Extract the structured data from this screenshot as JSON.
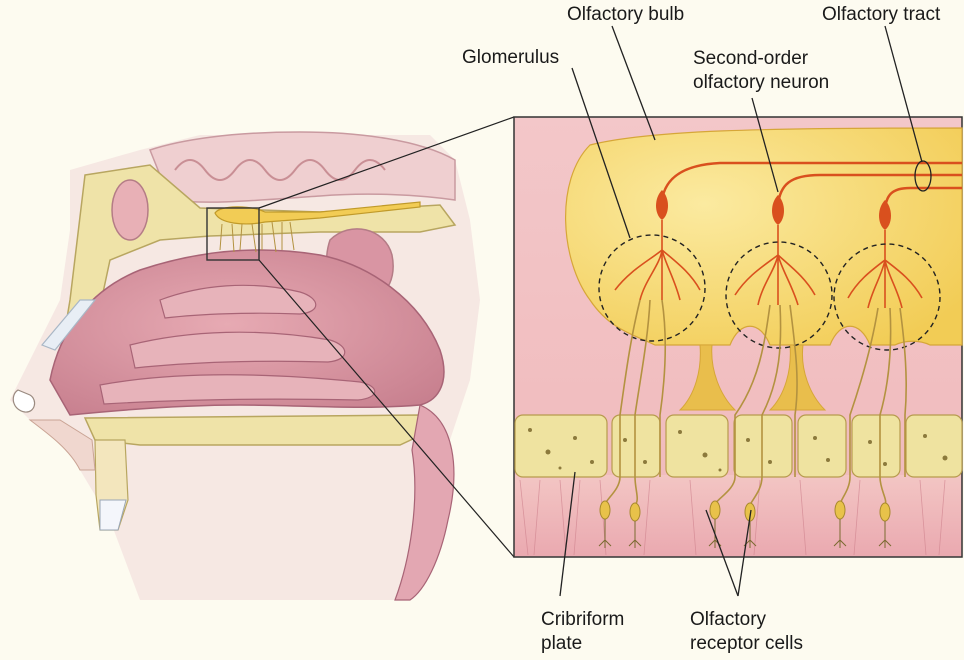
{
  "labels": {
    "olfactory_bulb": "Olfactory bulb",
    "olfactory_tract": "Olfactory tract",
    "glomerulus": "Glomerulus",
    "second_order_line1": "Second-order",
    "second_order_line2": "olfactory neuron",
    "cribriform_line1": "Cribriform",
    "cribriform_line2": "plate",
    "receptor_line1": "Olfactory",
    "receptor_line2": "receptor cells"
  },
  "colors": {
    "background": "#fdfbf0",
    "bulb": "#f6d66a",
    "neuron": "#d9501e",
    "receptor": "#e8c24a",
    "tissue": "#d99aa6",
    "bone": "#efe3a8"
  }
}
